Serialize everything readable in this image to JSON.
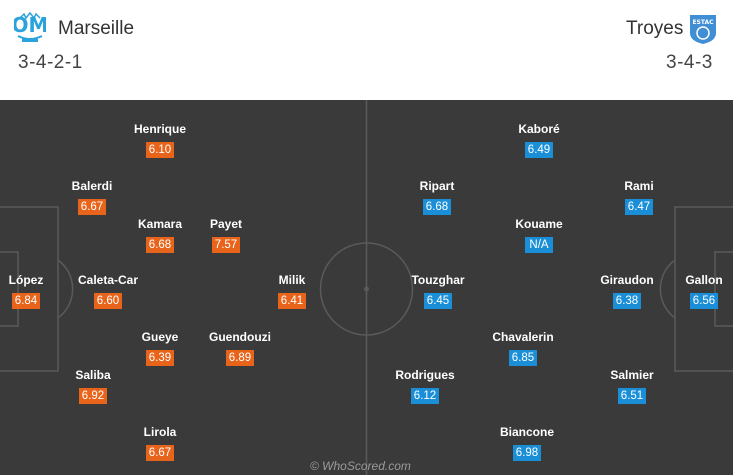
{
  "home": {
    "name": "Marseille",
    "formation": "3-4-2-1",
    "rating_color": "#e8641b",
    "players": [
      {
        "name": "Henrique",
        "rating": "6.10"
      },
      {
        "name": "Balerdi",
        "rating": "6.67"
      },
      {
        "name": "Kamara",
        "rating": "6.68"
      },
      {
        "name": "Payet",
        "rating": "7.57"
      },
      {
        "name": "López",
        "rating": "6.84"
      },
      {
        "name": "Caleta-Car",
        "rating": "6.60"
      },
      {
        "name": "Milik",
        "rating": "6.41"
      },
      {
        "name": "Gueye",
        "rating": "6.39"
      },
      {
        "name": "Guendouzi",
        "rating": "6.89"
      },
      {
        "name": "Saliba",
        "rating": "6.92"
      },
      {
        "name": "Lirola",
        "rating": "6.67"
      }
    ]
  },
  "away": {
    "name": "Troyes",
    "formation": "3-4-3",
    "logo_text": "ESTAC",
    "rating_color": "#1a8fd8",
    "players": [
      {
        "name": "Kaboré",
        "rating": "6.49"
      },
      {
        "name": "Ripart",
        "rating": "6.68"
      },
      {
        "name": "Rami",
        "rating": "6.47"
      },
      {
        "name": "Kouame",
        "rating": "N/A"
      },
      {
        "name": "Touzghar",
        "rating": "6.45"
      },
      {
        "name": "Giraudon",
        "rating": "6.38"
      },
      {
        "name": "Gallon",
        "rating": "6.56"
      },
      {
        "name": "Chavalerin",
        "rating": "6.85"
      },
      {
        "name": "Rodrigues",
        "rating": "6.12"
      },
      {
        "name": "Salmier",
        "rating": "6.51"
      },
      {
        "name": "Biancone",
        "rating": "6.98"
      }
    ]
  },
  "watermark": "© WhoScored.com"
}
